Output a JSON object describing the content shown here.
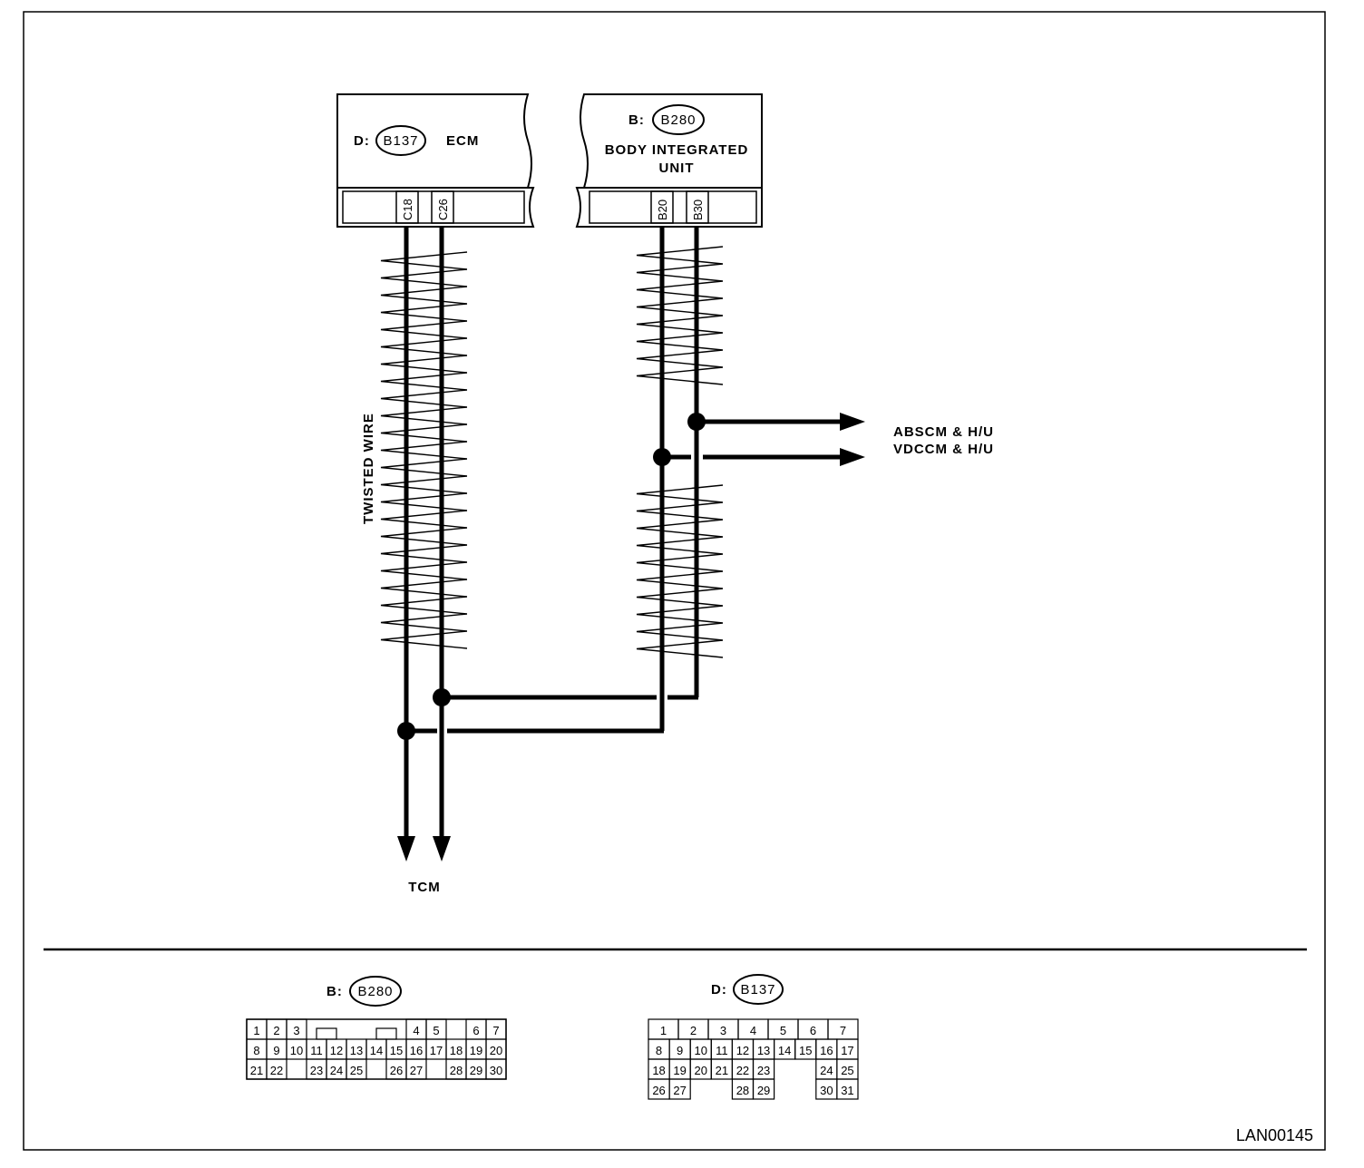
{
  "ecm": {
    "conn_prefix": "D:",
    "conn_id": "B137",
    "name": "ECM",
    "pins": [
      "C18",
      "C26"
    ]
  },
  "biu": {
    "conn_prefix": "B:",
    "conn_id": "B280",
    "name_line1": "BODY INTEGRATED",
    "name_line2": "UNIT",
    "pins": [
      "B20",
      "B30"
    ]
  },
  "labels": {
    "twisted": "TWISTED WIRE",
    "tcm": "TCM",
    "abscm": "ABSCM & H/U",
    "vdccm": "VDCCM & H/U",
    "code": "LAN00145"
  },
  "conn_b280": {
    "prefix": "B:",
    "id": "B280",
    "row1": [
      "1",
      "2",
      "3",
      "",
      "",
      "",
      "",
      "",
      "4",
      "5",
      "",
      "6",
      "7"
    ],
    "row2": [
      "8",
      "9",
      "10",
      "11",
      "12",
      "13",
      "14",
      "15",
      "16",
      "17",
      "18",
      "19",
      "20"
    ],
    "row3": [
      "21",
      "22",
      "",
      "23",
      "24",
      "25",
      "",
      "26",
      "27",
      "",
      "28",
      "29",
      "30"
    ]
  },
  "conn_b137": {
    "prefix": "D:",
    "id": "B137",
    "row1": [
      "1",
      "2",
      "3",
      "4",
      "5",
      "6",
      "7"
    ],
    "row2": [
      "8",
      "9",
      "10",
      "11",
      "12",
      "13",
      "14",
      "15",
      "16",
      "17"
    ],
    "row3": [
      "18",
      "19",
      "20",
      "21",
      "22",
      "23",
      "",
      "",
      "24",
      "25"
    ],
    "row4": [
      "26",
      "27",
      "",
      "",
      "28",
      "29",
      "",
      "",
      "30",
      "31"
    ]
  }
}
